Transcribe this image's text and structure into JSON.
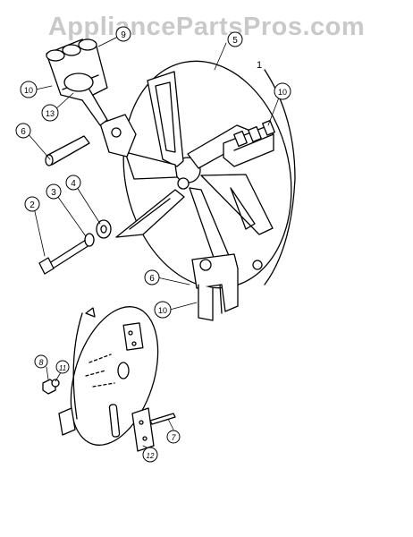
{
  "watermark": "AppliancePartsPros.com",
  "figure_number": "1",
  "callouts": {
    "c1": "1",
    "c2": "2",
    "c3": "3",
    "c4": "4",
    "c5": "5",
    "c6a": "6",
    "c6b": "6",
    "c7": "7",
    "c8": "8",
    "c9": "9",
    "c10a": "10",
    "c10b": "10",
    "c10c": "10",
    "c11": "11",
    "c12": "12",
    "c13": "13"
  }
}
